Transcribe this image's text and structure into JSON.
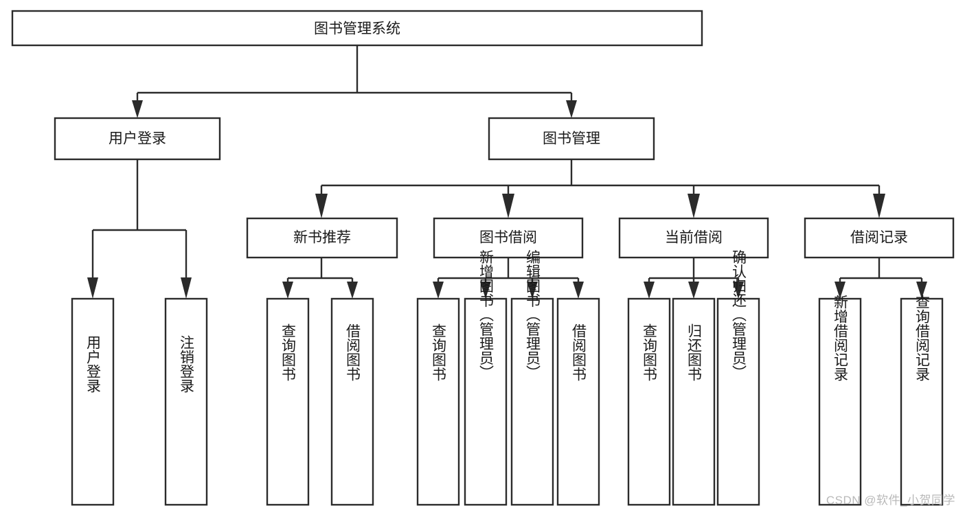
{
  "diagram": {
    "title": "图书管理系统",
    "type": "tree-hierarchy-diagram",
    "watermark": "CSDN @软件_小贺同学",
    "colors": {
      "stroke": "#2b2b2b",
      "fill": "#ffffff",
      "text": "#1a1a1a",
      "watermark": "#b9b9b9",
      "background": "#ffffff"
    },
    "nodes": {
      "root": {
        "label": "图书管理系统",
        "level": 0,
        "orientation": "horizontal"
      },
      "l1": [
        {
          "id": "user-login",
          "label": "用户登录",
          "level": 1,
          "orientation": "horizontal"
        },
        {
          "id": "book-management",
          "label": "图书管理",
          "level": 1,
          "orientation": "horizontal"
        }
      ],
      "l2": [
        {
          "id": "new-book-recommend",
          "label": "新书推荐",
          "level": 2,
          "orientation": "horizontal"
        },
        {
          "id": "book-borrow",
          "label": "图书借阅",
          "level": 2,
          "orientation": "horizontal"
        },
        {
          "id": "current-borrow",
          "label": "当前借阅",
          "level": 2,
          "orientation": "horizontal"
        },
        {
          "id": "borrow-record",
          "label": "借阅记录",
          "level": 2,
          "orientation": "horizontal"
        }
      ],
      "leaves": {
        "user-login": [
          {
            "id": "leaf-user-login",
            "label": "用户登录"
          },
          {
            "id": "leaf-logout",
            "label": "注销登录"
          }
        ],
        "new-book-recommend": [
          {
            "id": "leaf-query-book-1",
            "label": "查询图书"
          },
          {
            "id": "leaf-borrow-book-1",
            "label": "借阅图书"
          }
        ],
        "book-borrow": [
          {
            "id": "leaf-query-book-2",
            "label": "查询图书"
          },
          {
            "id": "leaf-add-book",
            "label": "新增图书（管理员）"
          },
          {
            "id": "leaf-edit-book",
            "label": "编辑图书（管理员）"
          },
          {
            "id": "leaf-borrow-book-2",
            "label": "借阅图书"
          }
        ],
        "current-borrow": [
          {
            "id": "leaf-query-book-3",
            "label": "查询图书"
          },
          {
            "id": "leaf-return-book",
            "label": "归还图书"
          },
          {
            "id": "leaf-confirm-return",
            "label": "确认归还（管理员）"
          }
        ],
        "borrow-record": [
          {
            "id": "leaf-add-record",
            "label": "新增借阅记录"
          },
          {
            "id": "leaf-query-record",
            "label": "查询借阅记录"
          }
        ]
      }
    }
  }
}
